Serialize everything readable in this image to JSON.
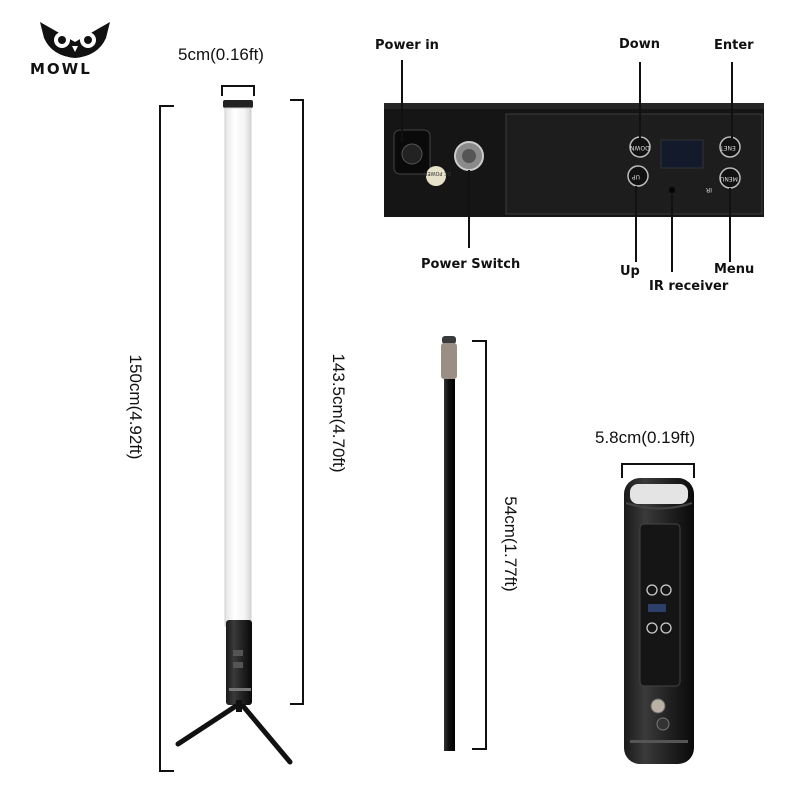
{
  "brand": {
    "logo_text": "MOWL"
  },
  "dimensions": {
    "tube_width": "5cm(0.16ft)",
    "total_height": "150cm(4.92ft)",
    "tube_height": "143.5cm(4.70ft)",
    "pole_length": "54cm(1.77ft)",
    "base_width": "5.8cm(0.19ft)"
  },
  "callouts": {
    "power_in": "Power in",
    "down": "Down",
    "enter": "Enter",
    "power_switch": "Power Switch",
    "up": "Up",
    "menu": "Menu",
    "ir_receiver": "IR receiver"
  },
  "panel_markings": {
    "dc_power": "DC POWER",
    "down_button": "DOWN",
    "enter_button": "ENET",
    "up_button": "UP",
    "menu_button": "MENU",
    "ir_mark": "IR"
  }
}
